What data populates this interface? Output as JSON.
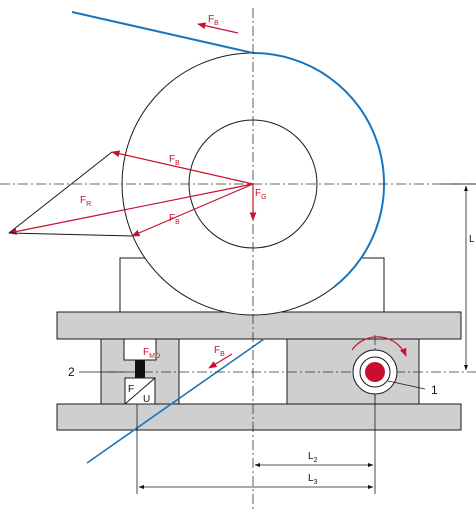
{
  "colors": {
    "force": "#c8102e",
    "belt": "#1b75bc",
    "plate": "#cfcfcf",
    "outline": "#1a1a1a",
    "bearing": "#c8102e",
    "background": "#ffffff"
  },
  "labels": {
    "FB_top": {
      "main": "F",
      "sub": "B"
    },
    "FB_upper": {
      "main": "F",
      "sub": "B"
    },
    "FB_lower": {
      "main": "F",
      "sub": "B"
    },
    "FB_belt": {
      "main": "F",
      "sub": "B"
    },
    "FR": {
      "main": "F",
      "sub": "R"
    },
    "FG": {
      "main": "F",
      "sub": "G"
    },
    "FMD": {
      "main": "F",
      "sub": "MD"
    },
    "L_right": {
      "main": "L"
    },
    "L2": {
      "main": "L",
      "sub": "2"
    },
    "L3": {
      "main": "L",
      "sub": "3"
    },
    "callout_1": "1",
    "callout_2": "2",
    "sensor_F": "F",
    "sensor_U": "U"
  }
}
